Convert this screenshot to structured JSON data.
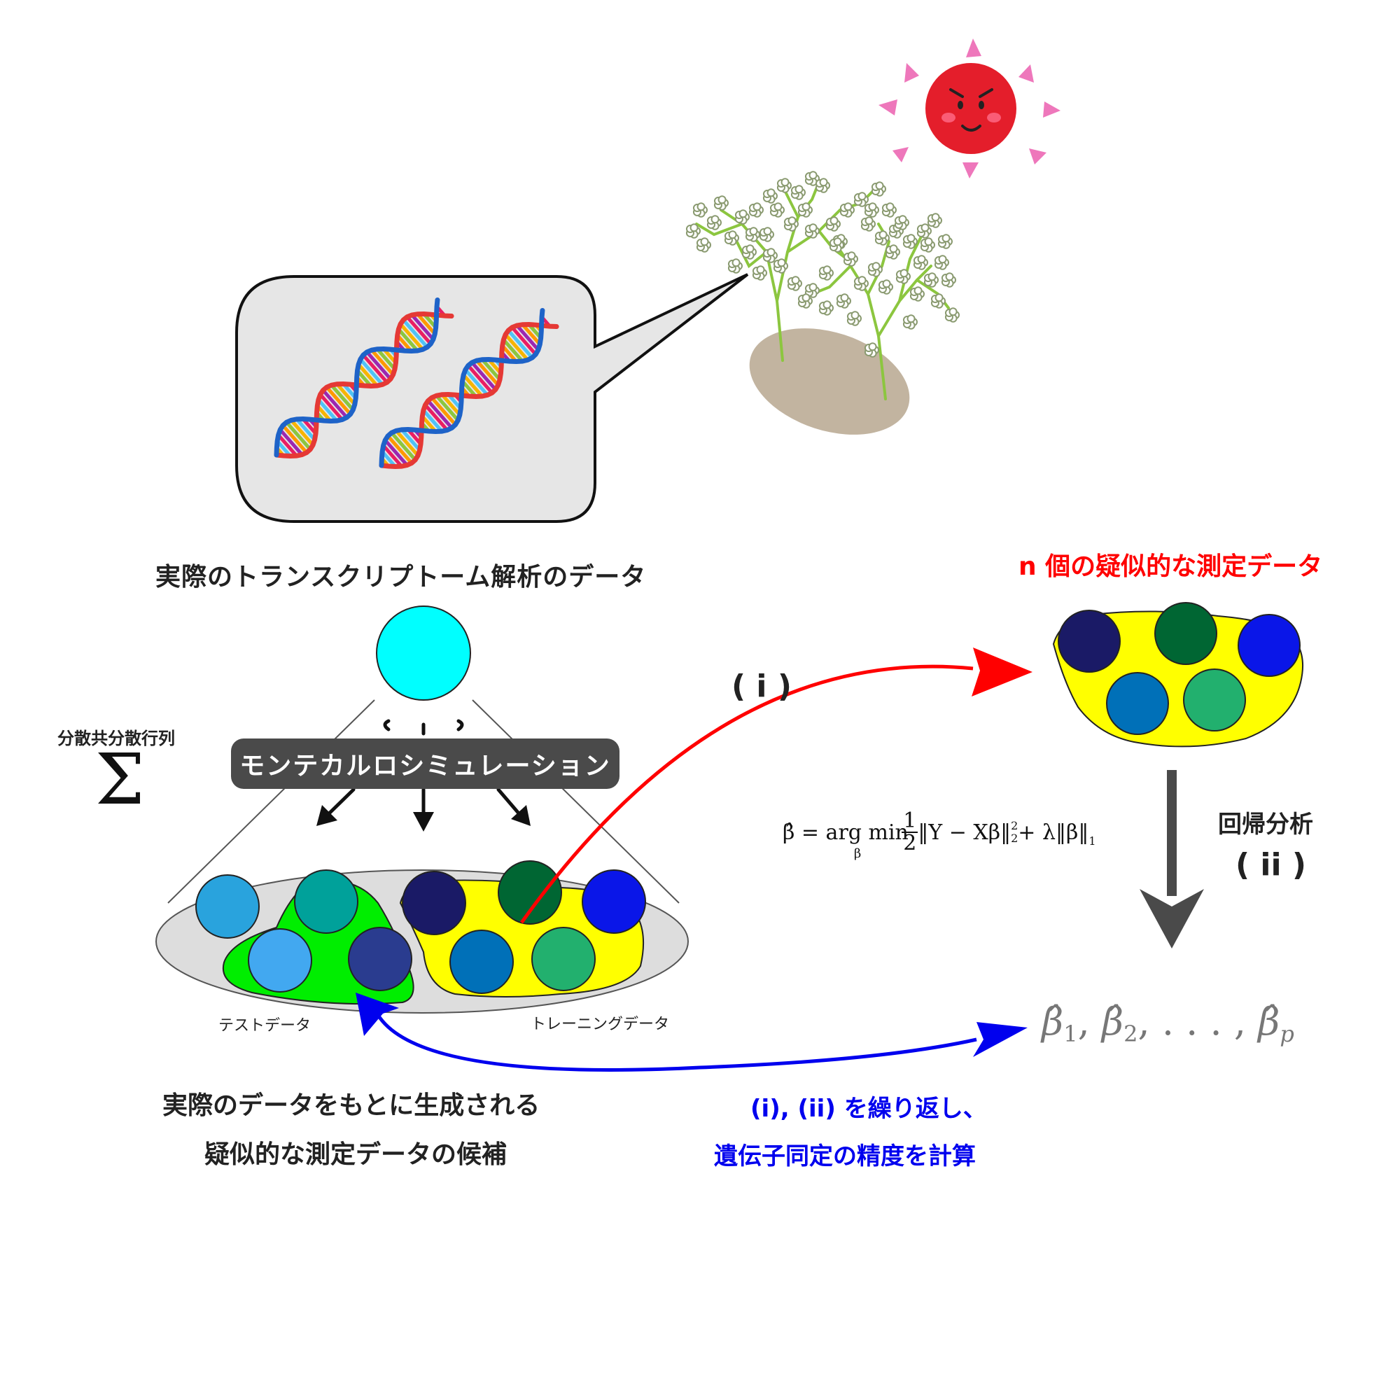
{
  "labels": {
    "real_data": "実際のトランスクリプトーム解析のデータ",
    "pseudo_data": "n 個の疑似的な測定データ",
    "covariance": "分散共分散行列",
    "sigma": "Σ",
    "monte_carlo": "モンテカルロシミュレーション",
    "step_i": "( i )",
    "step_ii": "( ii )",
    "regression": "回帰分析",
    "test_data": "テストデータ",
    "training_data": "トレーニングデータ",
    "candidates_line1": "実際のデータをもとに生成される",
    "candidates_line2": "疑似的な測定データの候補",
    "repeat_line1": "(i), (ii) を繰り返し、",
    "repeat_line2": "遺伝子同定の精度を計算"
  },
  "formula": {
    "lhs": "β̂ = arg min",
    "sub": "β",
    "frac_num": "1",
    "frac_den": "2",
    "rhs_a": "‖Y − Xβ‖",
    "sq_sup": "2",
    "sq_sub": "2",
    "rhs_b": " + λ‖β‖",
    "l1_sub": "1"
  },
  "estimates": {
    "text": "β̂1, β̂2, . . . , β̂p",
    "b1": "β̂",
    "s1": "1",
    "b2": "β̂",
    "s2": "2",
    "dots": ". . . ,",
    "bp": "β̂",
    "sp": "p"
  },
  "colors": {
    "red": "#ff0000",
    "blue": "#0000ee",
    "cyan": "#00ffff",
    "yellow": "#ffff00",
    "green": "#00ee00",
    "plate": "#dddddd",
    "box": "#e6e6e6",
    "soil": "#c2b4a0"
  },
  "icons": [
    "sun-icon",
    "plant-icon",
    "dna-icon"
  ]
}
